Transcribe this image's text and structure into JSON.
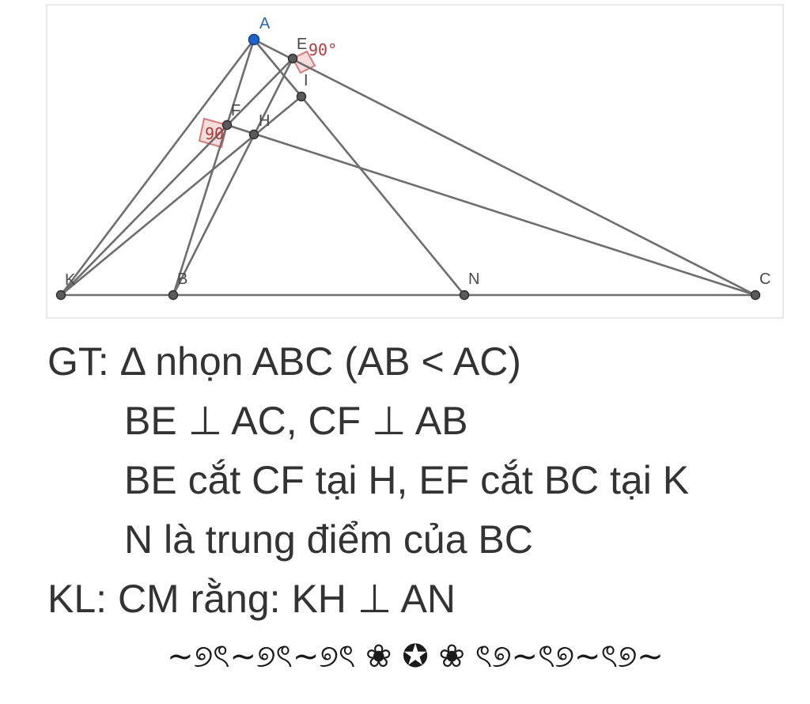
{
  "diagram": {
    "points": {
      "A": {
        "label": "A"
      },
      "E": {
        "label": "E"
      },
      "I": {
        "label": "I"
      },
      "F": {
        "label": "F"
      },
      "H": {
        "label": "H"
      },
      "K": {
        "label": "K"
      },
      "B": {
        "label": "B"
      },
      "N": {
        "label": "N"
      },
      "C": {
        "label": "C"
      }
    },
    "angle_marks": {
      "at_E": "90°",
      "at_F": "90"
    }
  },
  "problem": {
    "gt_line1": "GT: Δ nhọn ABC (AB < AC)",
    "gt_line2": "BE ⊥ AC, CF ⊥ AB",
    "gt_line3": "BE cắt CF tại H, EF cắt BC tại K",
    "gt_line4": "N là trung điểm của BC",
    "kl_line": "KL: CM rằng: KH ⊥ AN"
  },
  "ornament": {
    "text": "~୭ৎ~୭ৎ~୭ৎ ❀ ✪ ❀ ৎ୭~ৎ୭~ৎ୭~"
  }
}
